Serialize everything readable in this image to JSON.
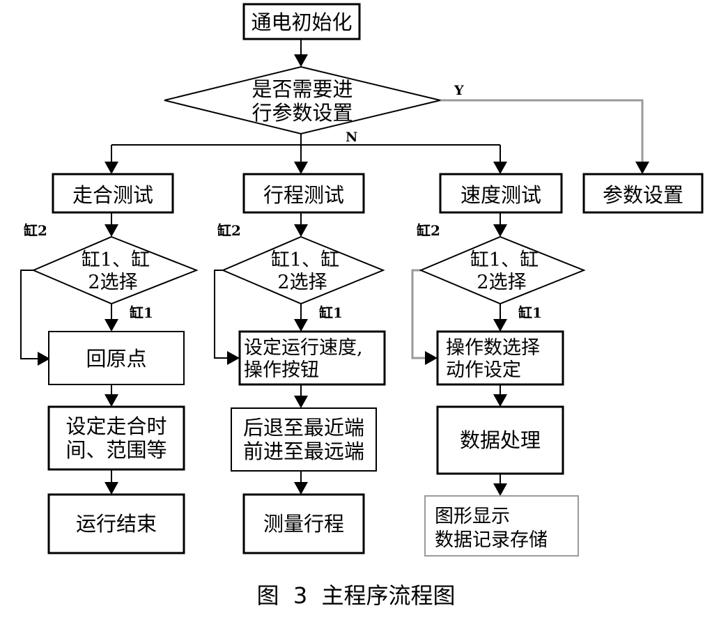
{
  "nodes": {
    "init": "通电初始化",
    "decision_params_line1": "是否需要进",
    "decision_params_line2": "行参数设置",
    "col1_title": "走合测试",
    "col2_title": "行程测试",
    "col3_title": "速度测试",
    "params": "参数设置",
    "select_line1": "缸1、缸",
    "select_line2": "2选择",
    "col1_step1": "回原点",
    "col1_step2_line1": "设定走合时",
    "col1_step2_line2": "间、范围等",
    "col1_step3": "运行结束",
    "col2_step1_line1": "设定运行速度,",
    "col2_step1_line2": "操作按钮",
    "col2_step2_line1": "后退至最近端",
    "col2_step2_line2": "前进至最远端",
    "col2_step3": "测量行程",
    "col3_step1_line1": "操作数选择",
    "col3_step1_line2": "动作设定",
    "col3_step2": "数据处理",
    "col3_step3_line1": "图形显示",
    "col3_step3_line2": "数据记录存储"
  },
  "edge_labels": {
    "yes": "Y",
    "no": "N",
    "cyl1": "缸1",
    "cyl2": "缸2"
  },
  "caption": "图  3  主程序流程图",
  "colors": {
    "line": "#000000",
    "gray_line": "#9a9a9a",
    "background": "#ffffff"
  }
}
